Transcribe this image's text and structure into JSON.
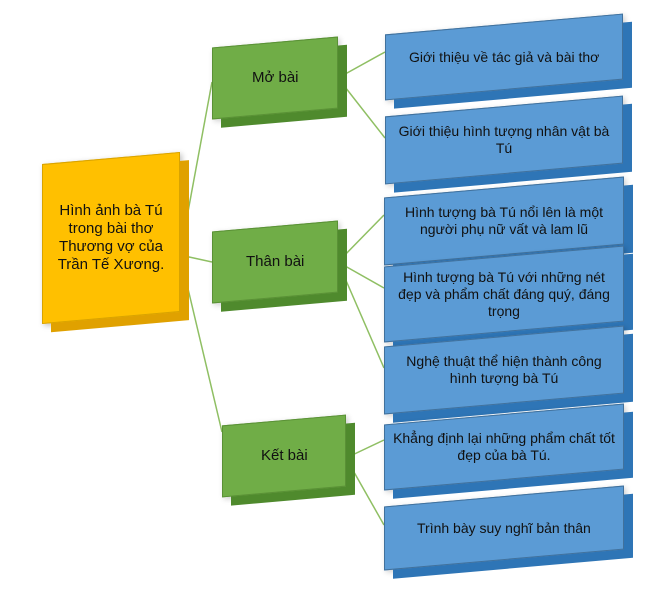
{
  "root": {
    "label": "Hình ảnh bà Tú trong bài thơ Thương vợ của Trần Tế Xương."
  },
  "sections": [
    {
      "label": "Mở bài",
      "children": [
        "Giới thiệu về tác giả và bài thơ",
        "Giới thiệu hình tượng nhân vật bà Tú"
      ]
    },
    {
      "label": "Thân bài",
      "children": [
        "Hình tượng bà Tú nổi lên là một người phụ nữ vất và lam lũ",
        "Hình tượng bà Tú với những nét đẹp và phẩm chất đáng quý, đáng trọng",
        "Nghệ thuật thể hiện thành công hình tượng bà Tú"
      ]
    },
    {
      "label": "Kết bài",
      "children": [
        "Khẳng định lại những phẩm chất tốt đẹp của bà Tú.",
        "Trình bày suy nghĩ bản thân"
      ]
    }
  ],
  "colors": {
    "root": "#ffc000",
    "section": "#70ad47",
    "leaf": "#5b9bd5",
    "connector": "#8fbf63"
  }
}
